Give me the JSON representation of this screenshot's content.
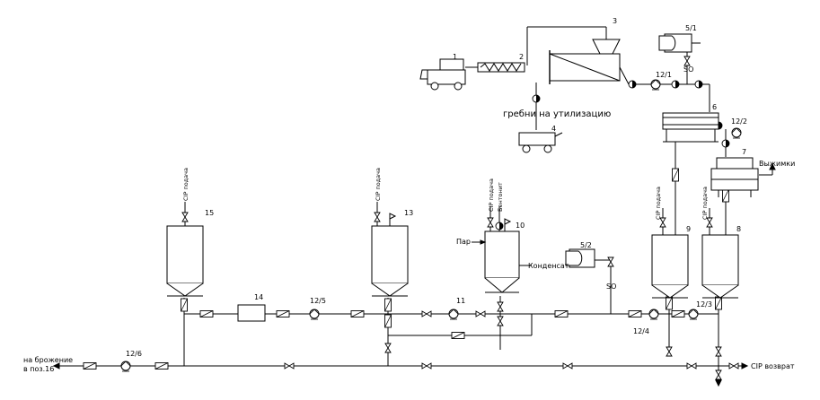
{
  "labels": {
    "n1": "1",
    "n2": "2",
    "n3": "3",
    "n4": "4",
    "n5_1": "5/1",
    "n5_2": "5/2",
    "n6": "6",
    "n7": "7",
    "n8": "8",
    "n9": "9",
    "n10": "10",
    "n11": "11",
    "n12_1": "12/1",
    "n12_2": "12/2",
    "n12_3": "12/3",
    "n12_4": "12/4",
    "n12_5": "12/5",
    "n12_6": "12/6",
    "n13": "13",
    "n14": "14",
    "n15": "15"
  },
  "text": {
    "waste": "гребни на утилизацию",
    "pomace": "Выжимки",
    "steam": "Пар",
    "condensate": "Конденсат",
    "so_top": "SO",
    "so_bottom": "SO",
    "bentonite": "Бентонит",
    "cip_return": "CIP возврат",
    "to_fermentation_1": "на брожение",
    "to_fermentation_2": "в поз.16",
    "cip_supply": "CIP подача"
  }
}
